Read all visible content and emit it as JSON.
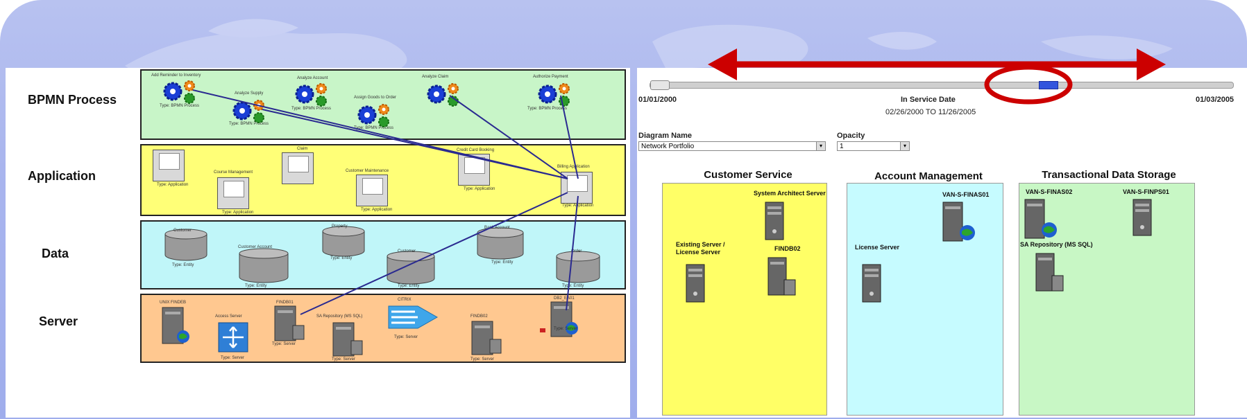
{
  "left_diagram": {
    "layers": [
      {
        "id": "bpmn",
        "label": "BPMN Process"
      },
      {
        "id": "application",
        "label": "Application"
      },
      {
        "id": "data",
        "label": "Data"
      },
      {
        "id": "server",
        "label": "Server"
      }
    ],
    "bpmn_items": [
      {
        "name": "Add Reminder to Inventory",
        "type": "Type: BPMN Process"
      },
      {
        "name": "Analyze Supply",
        "type": "Type: BPMN Process"
      },
      {
        "name": "Analyze Account",
        "type": "Type: BPMN Process"
      },
      {
        "name": "Assign Goods to Order",
        "type": "Type: BPMN Process"
      },
      {
        "name": "Analyze Claim",
        "type": ""
      },
      {
        "name": "Authorize Payment",
        "type": "Type: BPMN Process"
      }
    ],
    "app_items": [
      {
        "name": "",
        "type": "Type: Application"
      },
      {
        "name": "Course Management",
        "type": "Type: Application"
      },
      {
        "name": "Claim",
        "type": ""
      },
      {
        "name": "Customer Maintenance",
        "type": "Type: Application"
      },
      {
        "name": "Credit Card Booking",
        "type": "Type: Application"
      },
      {
        "name": "Billing Application",
        "type": "Type: Application"
      }
    ],
    "data_items": [
      {
        "name": "Customer",
        "type": "Type: Entity"
      },
      {
        "name": "Customer Account",
        "type": "Type: Entity"
      },
      {
        "name": "Property",
        "type": "Type: Entity"
      },
      {
        "name": "Customer",
        "type": "Type: Entity"
      },
      {
        "name": "Bank Account",
        "type": "Type: Entity"
      },
      {
        "name": "Order",
        "type": "Type: Entity"
      }
    ],
    "server_items": [
      {
        "name": "UNIX FINDEB",
        "type": ""
      },
      {
        "name": "Access Server",
        "type": "Type: Server"
      },
      {
        "name": "FINDB01",
        "type": "Type: Server"
      },
      {
        "name": "SA Repository (MS SQL)",
        "type": "Type: Server"
      },
      {
        "name": "CITRIX",
        "type": "Type: Server"
      },
      {
        "name": "FINDB02",
        "type": "Type: Server"
      },
      {
        "name": "DB2_EA01",
        "type": "Type: Server"
      }
    ]
  },
  "right_panel": {
    "start_date": "01/01/2000",
    "end_date": "01/03/2005",
    "date_title": "In Service Date",
    "date_range": "02/26/2000 TO 11/26/2005",
    "diagram_name_label": "Diagram Name",
    "diagram_name_value": "Network Portfolio",
    "opacity_label": "Opacity",
    "opacity_value": "1",
    "containers": [
      {
        "title": "Customer Service",
        "color": "#ffff66",
        "servers": [
          "System Architect Server",
          "Existing Server / License Server",
          "FINDB02"
        ]
      },
      {
        "title": "Account Management",
        "color": "#c6fbff",
        "servers": [
          "VAN-S-FINAS01",
          "License Server"
        ]
      },
      {
        "title": "Transactional Data Storage",
        "color": "#c8f7c5",
        "servers": [
          "VAN-S-FINAS02",
          "VAN-S-FINPS01",
          "SA Repository (MS SQL)"
        ]
      }
    ]
  },
  "colors": {
    "bpmn_band": "#c8f5c8",
    "application_band": "#ffff77",
    "data_band": "#c0f6f9",
    "server_band": "#ffc890",
    "arrow": "#cc0000",
    "link_line": "#2a2a90"
  }
}
